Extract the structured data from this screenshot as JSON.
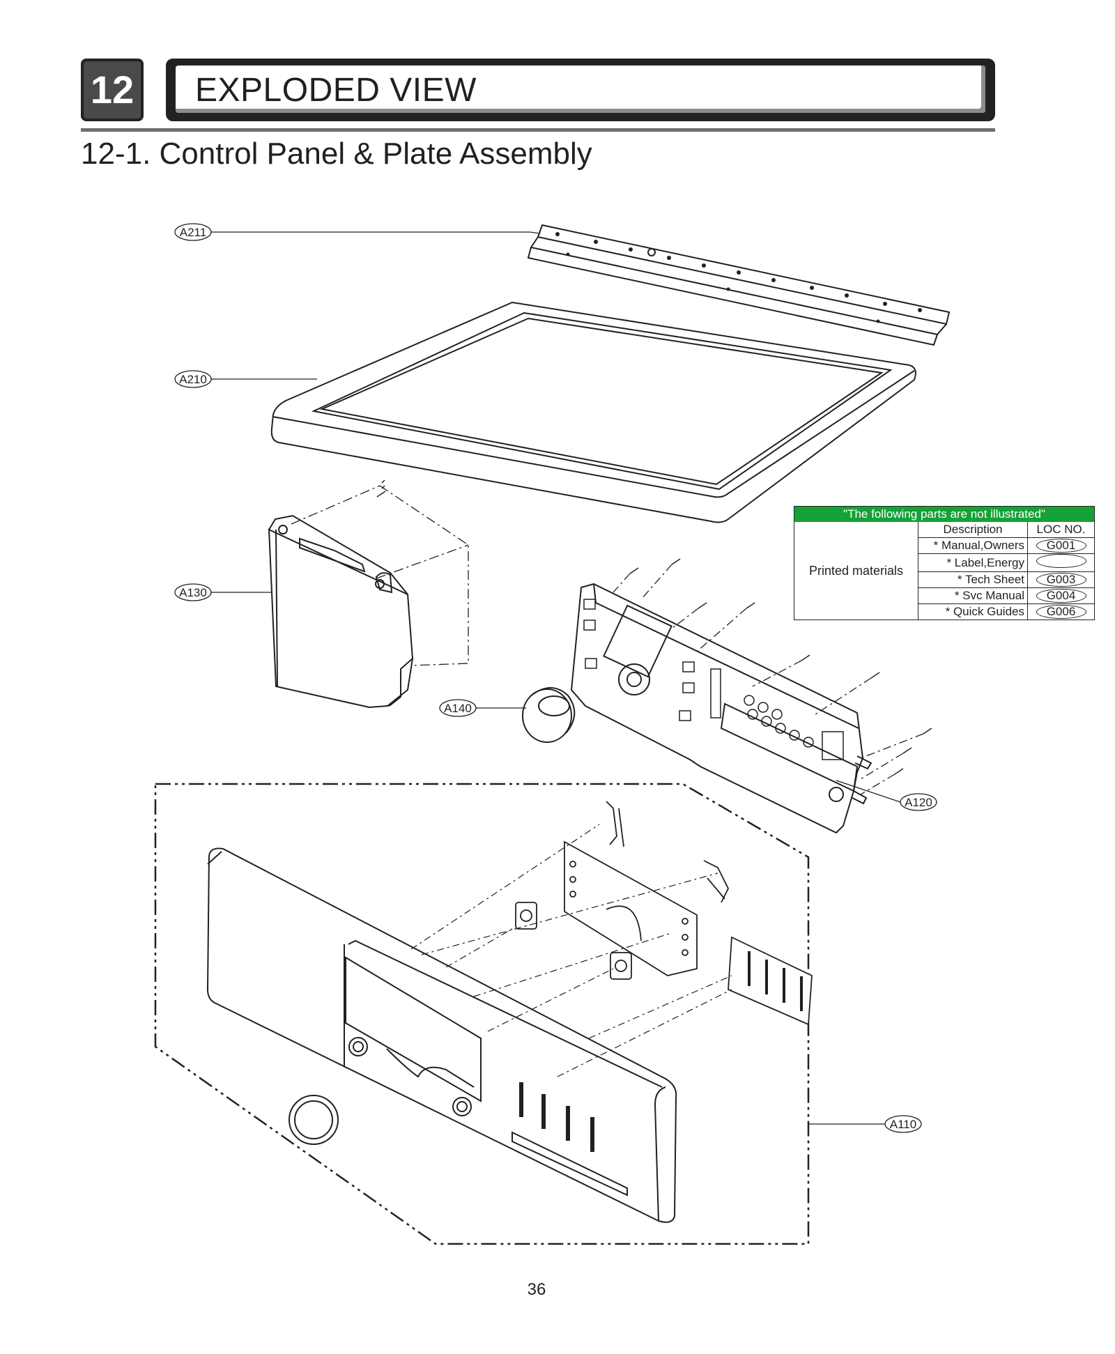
{
  "chapter": {
    "number": "12",
    "title": "EXPLODED VIEW"
  },
  "section": {
    "title": "12-1. Control Panel & Plate Assembly"
  },
  "callouts": [
    "A211",
    "A210",
    "A130",
    "A140",
    "A120",
    "A110"
  ],
  "not_illustrated": {
    "heading": "\"The following parts are not illustrated\"",
    "category": "Printed materials",
    "header_description": "Description",
    "header_loc": "LOC NO.",
    "rows": [
      {
        "description": "* Manual,Owners",
        "loc": "G001"
      },
      {
        "description": "* Label,Energy",
        "loc": ""
      },
      {
        "description": "* Tech Sheet",
        "loc": "G003"
      },
      {
        "description": "* Svc Manual",
        "loc": "G004"
      },
      {
        "description": "* Quick Guides",
        "loc": "G006"
      }
    ],
    "heading_color": "#14a236"
  },
  "page_number": "36"
}
